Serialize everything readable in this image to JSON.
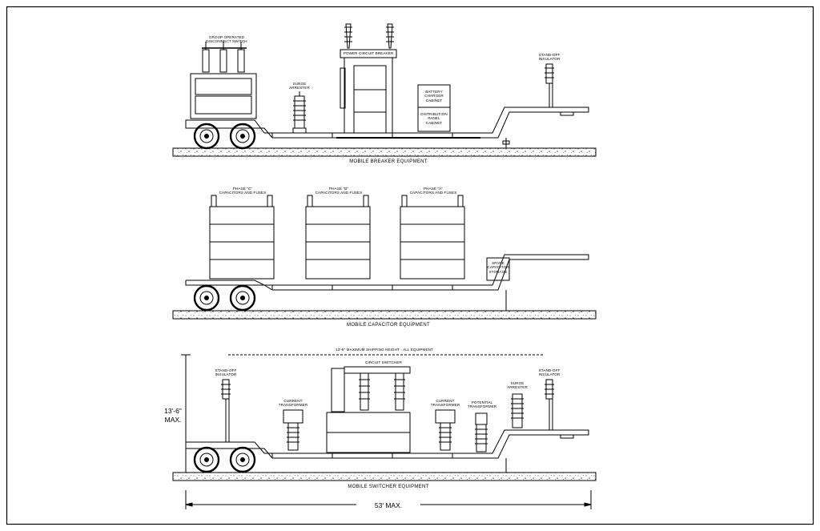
{
  "mobile_breaker": {
    "title": "MOBILE BREAKER EQUIPMENT",
    "group_switch_label": "GROUP OPERATED\nDISCONNECT SWITCH",
    "power_breaker_label": "POWER CIRCUIT BREAKER",
    "surge_arrester_label": "SURGE\nARRESTER",
    "battery_label": "BATTERY\nCHARGER\nCABINET",
    "distribution_label": "DISTRIBUTION\nPANEL\nCABINET",
    "standoff_label": "STAND-OFF\nINSULATOR"
  },
  "mobile_capacitor": {
    "title": "MOBILE CAPACITOR EQUIPMENT",
    "phase_c_label": "PHASE \"C\"\nCAPACITORS AND FUSES",
    "phase_b_label": "PHASE \"B\"\nCAPACITORS AND FUSES",
    "phase_a_label": "PHASE \"A\"\nCAPACITORS AND FUSES",
    "spare_label": "SPARE\nCAPACITOR\nSTORAGE"
  },
  "mobile_switcher": {
    "title": "MOBILE SWITCHER EQUIPMENT",
    "max_height_label": "13'-6\" MAXIMUM SHIPPING HEIGHT - ALL EQUIPMENT",
    "circuit_switcher_label": "CIRCUIT SWITCHER",
    "standoff_left_label": "STAND-OFF\nINSULATOR",
    "current_transformer_left_label": "CURRENT\nTRANSFORMER",
    "current_transformer_right_label": "CURRENT\nTRANSFORMER",
    "potential_transformer_label": "POTENTIAL\nTRANSFORMER",
    "surge_arrester_label": "SURGE\nARRESTER",
    "standoff_right_label": "STAND-OFF\nINSULATOR",
    "height_dim": "13'-6\"\nMAX.",
    "length_dim": "53' MAX."
  }
}
